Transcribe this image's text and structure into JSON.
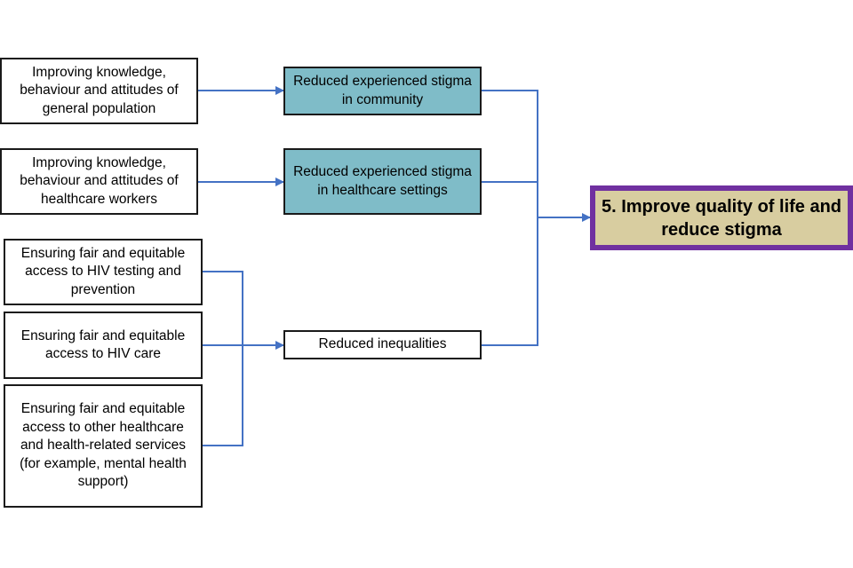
{
  "diagram": {
    "inputs": [
      {
        "id": "a1",
        "label": "Improving knowledge, behaviour and attitudes of general population"
      },
      {
        "id": "a2",
        "label": "Improving knowledge, behaviour and attitudes of healthcare workers"
      },
      {
        "id": "c1",
        "label": "Ensuring fair and equitable access to HIV testing and prevention"
      },
      {
        "id": "c2",
        "label": "Ensuring fair and equitable access to HIV care"
      },
      {
        "id": "c3",
        "label": "Ensuring fair and equitable access to other healthcare and health-related services (for example, mental health support)"
      }
    ],
    "outcomes": [
      {
        "id": "b1",
        "label": "Reduced experienced stigma in community"
      },
      {
        "id": "b2",
        "label": "Reduced experienced stigma in healthcare settings"
      },
      {
        "id": "d",
        "label": "Reduced inequalities"
      }
    ],
    "goal": {
      "label": "5. Improve quality of life and reduce stigma"
    },
    "edges": [
      {
        "from": "a1",
        "to": "b1"
      },
      {
        "from": "a2",
        "to": "b2"
      },
      {
        "from": [
          "c1",
          "c2",
          "c3"
        ],
        "to": "d"
      },
      {
        "from": [
          "b1",
          "b2",
          "d"
        ],
        "to": "goal"
      }
    ],
    "colors": {
      "connector": "#4472c4",
      "outcome_fill": "#7fbcc8",
      "goal_fill": "#d8cda0",
      "goal_border": "#7030a0"
    }
  }
}
